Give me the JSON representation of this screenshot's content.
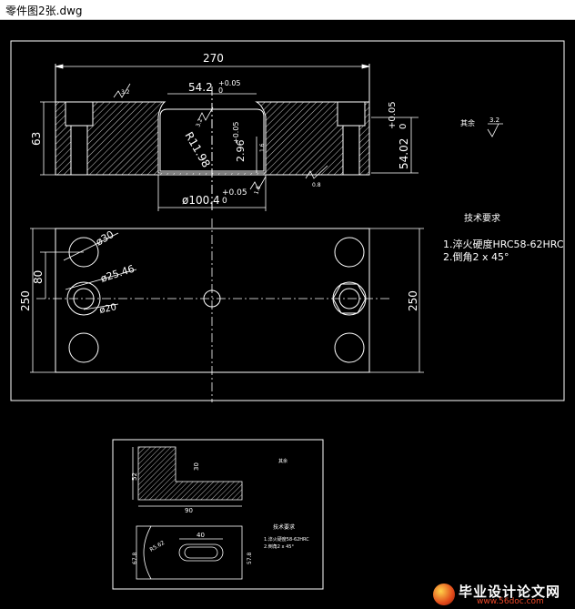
{
  "window": {
    "title": "零件图2张.dwg"
  },
  "drawing1": {
    "top_view": {
      "dim_width": "270",
      "dim_slot": "54.2",
      "dim_slot_tol": "+0.05",
      "dim_slot_tol_low": "0",
      "dim_height": "63",
      "dim_radius": "R11.98",
      "dim_depth": "2.96",
      "dim_depth_tol": "+0.05",
      "dim_depth_tol_low": "0",
      "dim_right": "54.02",
      "dim_right_tol": "+0.05",
      "dim_right_tol_low": "0",
      "dim_bore": "ø100.4",
      "dim_bore_tol": "+0.05",
      "dim_bore_tol_low": "0",
      "rough_a": "3.2",
      "rough_b": "3.2",
      "rough_c": "1.6",
      "rough_d": "0.8",
      "rough_e": "1.6"
    },
    "plan_view": {
      "dim_left": "250",
      "dim_80": "80",
      "dim_right": "250",
      "dim_hole_a": "ø30",
      "dim_hole_b": "ø25.46",
      "dim_hole_c": "ø20"
    },
    "notes": {
      "rough_label": "其余",
      "rough_value": "3.2",
      "title": "技术要求",
      "line1": "1.淬火硬度HRC58-62HRC",
      "line2": "2.倒角2 x 45°"
    }
  },
  "drawing2": {
    "dim_52": "52",
    "dim_30": "30",
    "dim_90": "90",
    "dim_40": "40",
    "dim_left": "R5.62",
    "dim_left2": "67.8",
    "dim_right": "57.8",
    "notes_rough": "其余",
    "notes_title": "技术要求",
    "notes_line1": "1.淬火硬度58-62HRC",
    "notes_line2": "2.倒角2 x 45°"
  },
  "watermark": {
    "main": "毕业设计论文网",
    "url": "www.56doc.com"
  },
  "colors": {
    "background": "#000000",
    "line": "#ffffff",
    "hatch": "#ffffff"
  }
}
